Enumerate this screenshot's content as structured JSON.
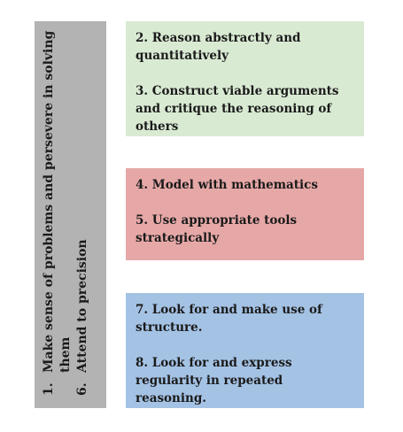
{
  "sidebar": {
    "item1": {
      "number": "1.",
      "line1": "Make sense of problems and persevere in solving",
      "line2": "them"
    },
    "item6": {
      "number": "6.",
      "text": "Attend to precision"
    }
  },
  "groups": [
    {
      "color": "#d9ead3",
      "items": [
        "2. Reason abstractly and quantitatively",
        "3. Construct viable arguments and critique the reasoning of others"
      ]
    },
    {
      "color": "#e6a8a7",
      "items": [
        "4. Model with mathematics",
        "5. Use appropriate tools strategically"
      ]
    },
    {
      "color": "#a4c2e4",
      "items": [
        "7. Look for and make use of structure.",
        "8. Look for and express regularity in repeated reasoning."
      ]
    }
  ],
  "colors": {
    "sidebar": "#b3b3b3"
  }
}
